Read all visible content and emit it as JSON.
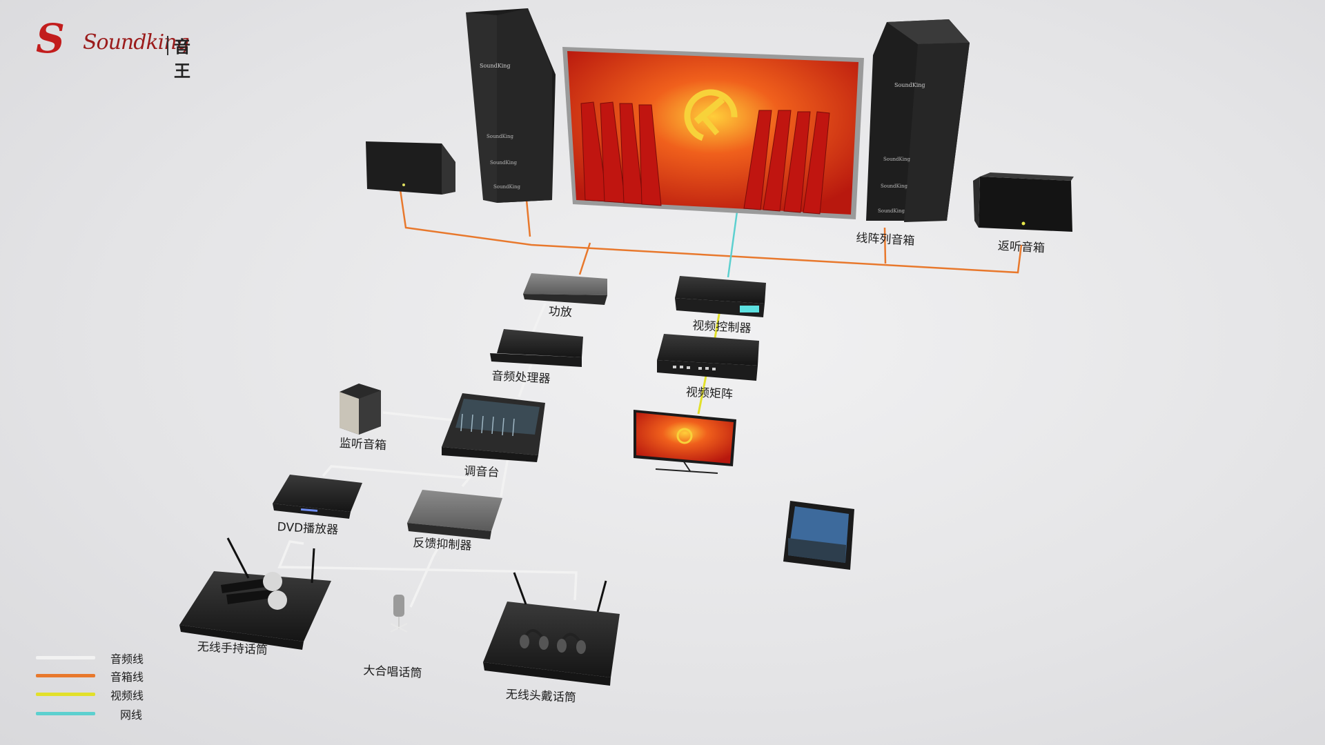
{
  "logo": {
    "brand": "Soundking",
    "chinese": "音王"
  },
  "colors": {
    "audio_line": "#f2f2f2",
    "speaker_line": "#e8782c",
    "video_line": "#e2e02a",
    "network_line": "#5cd0cf",
    "device": "#232323",
    "screen_red": "#d22a12"
  },
  "legend": [
    {
      "label": "音频线",
      "color": "#f2f2f2"
    },
    {
      "label": "音箱线",
      "color": "#e8782c"
    },
    {
      "label": "视频线",
      "color": "#e2e02a"
    },
    {
      "label": "网线",
      "color": "#5cd0cf"
    }
  ],
  "labels": {
    "line_array": "线阵列音箱",
    "return_speaker": "返听音箱",
    "amplifier": "功放",
    "video_controller": "视频控制器",
    "audio_processor": "音频处理器",
    "video_matrix": "视频矩阵",
    "monitor_speaker": "监听音箱",
    "mixer": "调音台",
    "dvd_player": "DVD播放器",
    "feedback_suppressor": "反馈抑制器",
    "wireless_handheld_mic": "无线手持话筒",
    "choir_mic": "大合唱话筒",
    "wireless_headset_mic": "无线头戴话筒"
  },
  "speaker_brand": "SoundKing"
}
